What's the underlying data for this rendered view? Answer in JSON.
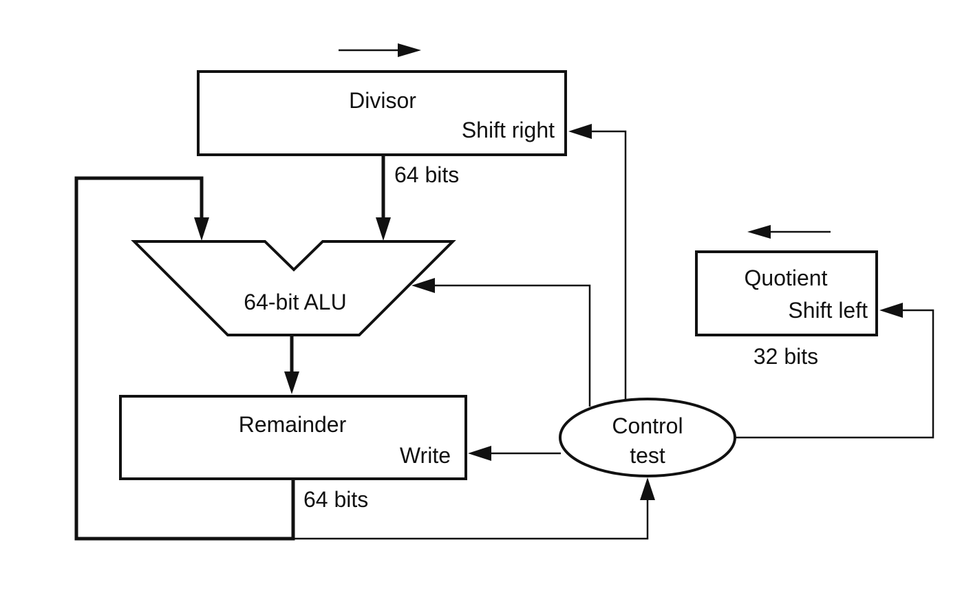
{
  "diagram": {
    "divisor": {
      "name": "Divisor",
      "control": "Shift right"
    },
    "alu": {
      "name": "64-bit ALU"
    },
    "remainder": {
      "name": "Remainder",
      "control": "Write"
    },
    "quotient": {
      "name": "Quotient",
      "control": "Shift left",
      "width": "32 bits"
    },
    "control_unit": {
      "line1": "Control",
      "line2": "test"
    },
    "divisor_output_width": "64 bits",
    "remainder_output_width": "64 bits"
  }
}
